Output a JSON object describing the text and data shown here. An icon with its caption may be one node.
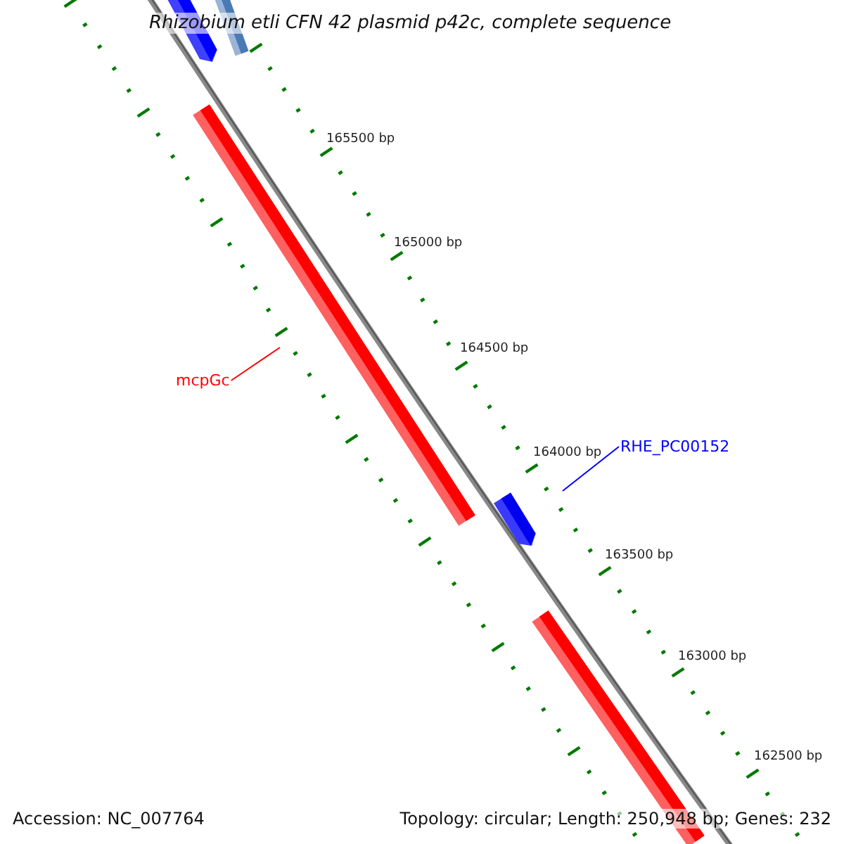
{
  "diagram": {
    "title": "Rhizobium etli CFN 42 plasmid p42c, complete sequence",
    "nodes": [
      {
        "text": [
          "mcpGc"
        ]
      },
      {
        "text": [],
        "shape": "bar"
      },
      {
        "text": [
          "RHE_PC00152"
        ]
      },
      {
        "text": [],
        "shape": "bar"
      }
    ],
    "edges": [
      {
        "from": 0,
        "to": 1,
        "arrow": "none",
        "color": "#ff0000"
      },
      {
        "from": 2,
        "to": 3,
        "arrow": "none",
        "color": "#0000ff"
      }
    ],
    "labels": [
      "165500 bp",
      "165000 bp",
      "164500 bp",
      "164000 bp",
      "163500 bp",
      "163000 bp",
      "162500 bp",
      "Accession: NC_007764",
      "Topology: circular; Length: 250,948 bp; Genes: 232"
    ]
  }
}
